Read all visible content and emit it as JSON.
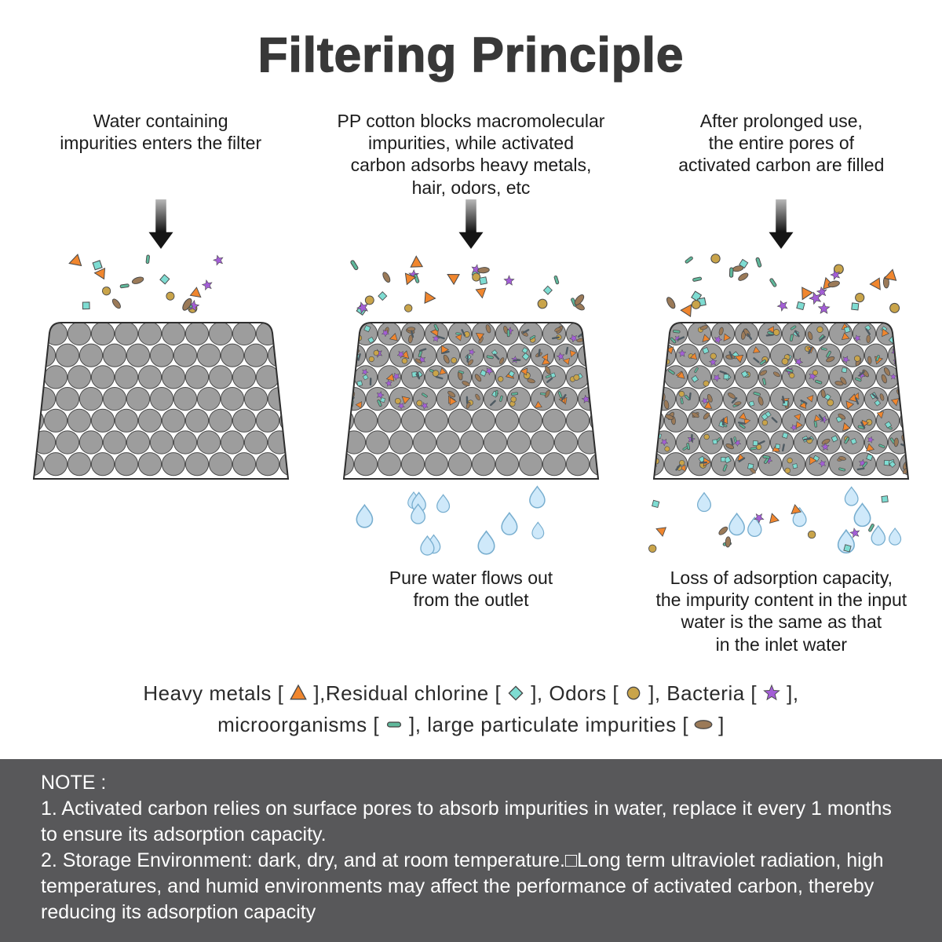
{
  "title": "Filtering Principle",
  "columns": [
    {
      "id": "stage-1",
      "caption": "Water containing\nimpurities enters the filter",
      "dirty_fraction": 0,
      "outflow": "none",
      "result_caption": ""
    },
    {
      "id": "stage-2",
      "caption": "PP cotton blocks macromolecular\nimpurities, while activated\ncarbon adsorbs heavy metals,\nhair, odors, etc",
      "dirty_fraction": 0.5,
      "outflow": "water",
      "result_caption": "Pure water flows out\nfrom the outlet"
    },
    {
      "id": "stage-3",
      "caption": "After prolonged use,\nthe entire pores of\nactivated carbon are filled",
      "dirty_fraction": 1,
      "outflow": "mixed",
      "result_caption": "Loss of adsorption capacity,\nthe impurity content in the input\nwater is the same as that\nin the inlet water"
    }
  ],
  "legend": {
    "line1": [
      {
        "label": "Heavy metals ",
        "symbol": "triangle",
        "suffix": ","
      },
      {
        "label": "Residual chlorine ",
        "symbol": "diamond",
        "suffix": ", "
      },
      {
        "label": "Odors ",
        "symbol": "circle",
        "suffix": ", "
      },
      {
        "label": "Bacteria ",
        "symbol": "star",
        "suffix": ","
      }
    ],
    "line2": [
      {
        "label": "microorganisms ",
        "symbol": "dash",
        "suffix": ", "
      },
      {
        "label": "large particulate impurities ",
        "symbol": "oval",
        "suffix": ""
      }
    ]
  },
  "note": {
    "heading": "NOTE :",
    "lines": [
      "1. Activated carbon relies on surface pores to absorb impurities in water, replace it every 1 months to ensure its adsorption capacity.",
      "2. Storage Environment: dark, dry, and at room temperature.□Long term ultraviolet radiation, high temperatures, and humid environments may affect the performance of activated carbon, thereby reducing its adsorption capacity"
    ]
  },
  "particle_order": [
    "triangle",
    "diamond",
    "circle",
    "star",
    "dash",
    "oval"
  ],
  "colors": {
    "triangle": "#f0862e",
    "diamond": "#7edcd2",
    "circle": "#c9a44a",
    "star": "#a35ed6",
    "dash": "#5fb89b",
    "oval": "#9b7a58",
    "carbon": "#9d9d9d",
    "carbon_stroke": "#4c4c4c",
    "water_drop": "#cfe9fa",
    "water_drop_stroke": "#78aecf",
    "outline": "#2e2e2e",
    "title": "#383838",
    "note_bg": "#58585a"
  }
}
